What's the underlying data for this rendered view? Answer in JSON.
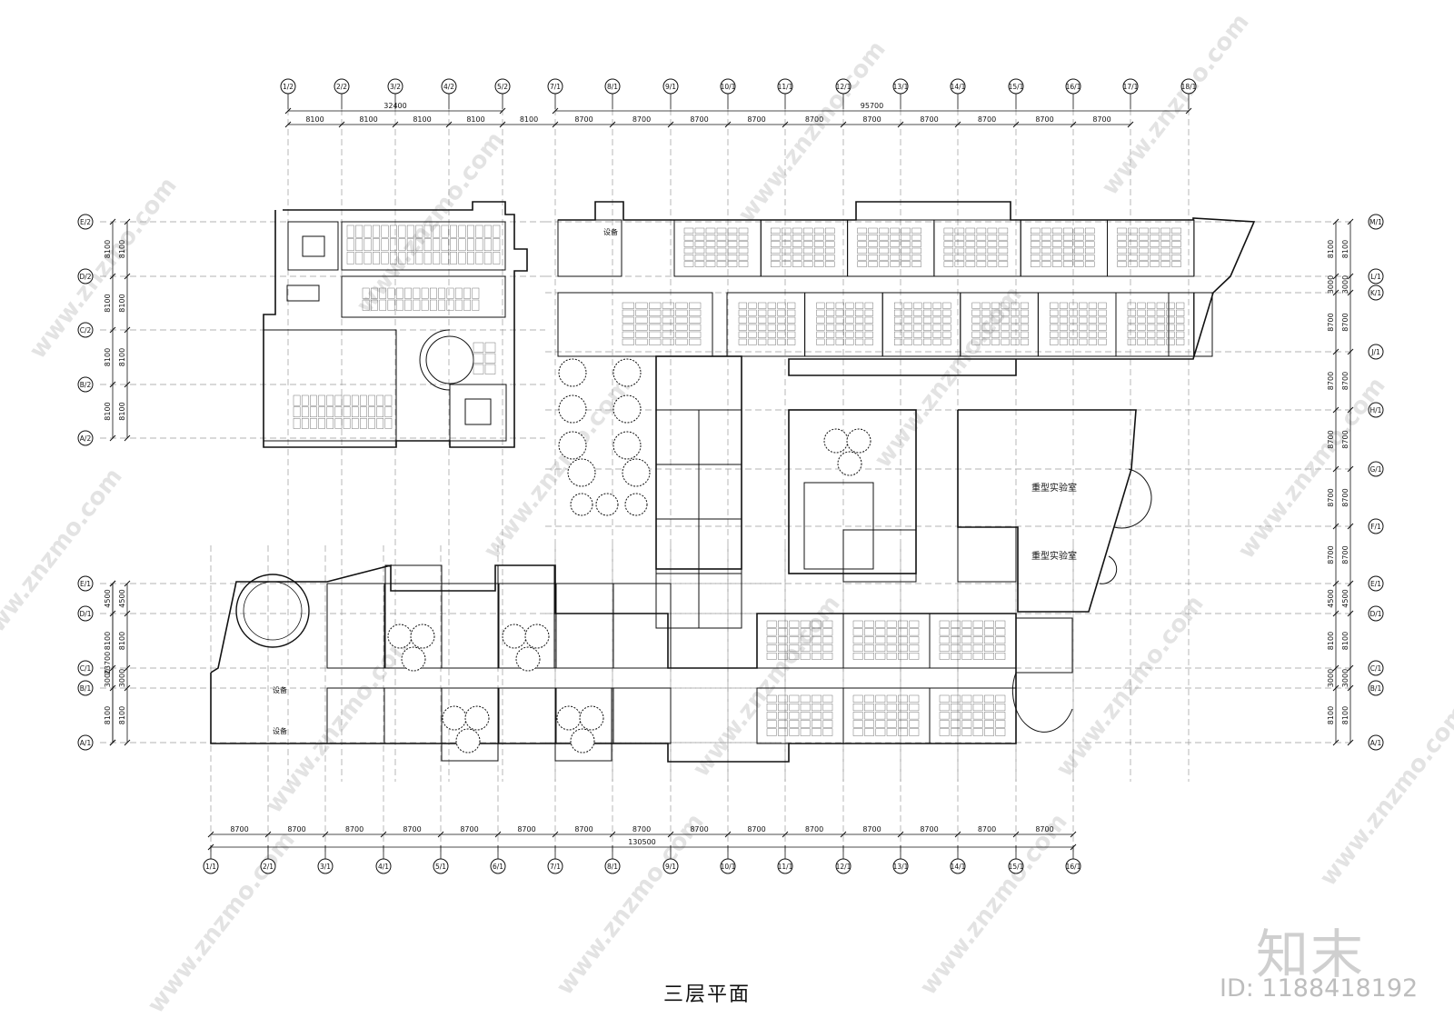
{
  "drawing_title": "三层平面",
  "watermark": {
    "logo": "知末",
    "id": "ID: 1188418192",
    "site": "www.znzmo.com"
  },
  "top_axes": [
    "1/2",
    "2/2",
    "3/2",
    "4/2",
    "5/2",
    "7/1",
    "8/1",
    "9/1",
    "10/1",
    "11/1",
    "12/1",
    "13/1",
    "14/1",
    "15/1",
    "16/1",
    "17/1",
    "18/1"
  ],
  "top_dims": [
    "8100",
    "8100",
    "8100",
    "8100",
    "8100",
    "8700",
    "8700",
    "8700",
    "8700",
    "8700",
    "8700",
    "8700",
    "8700",
    "8700",
    "8700"
  ],
  "top_totals": [
    "32400",
    "95700"
  ],
  "bottom_axes": [
    "1/1",
    "2/1",
    "3/1",
    "4/1",
    "5/1",
    "6/1",
    "7/1",
    "8/1",
    "9/1",
    "10/1",
    "11/1",
    "12/1",
    "13/1",
    "14/1",
    "15/1",
    "16/1"
  ],
  "bottom_dims": [
    "8700",
    "8700",
    "8700",
    "8700",
    "8700",
    "8700",
    "8700",
    "8700",
    "8700",
    "8700",
    "8700",
    "8700",
    "8700",
    "8700",
    "8700"
  ],
  "bottom_total": "130500",
  "left_upper_axes": [
    "E/2",
    "D/2",
    "C/2",
    "B/2",
    "A/2"
  ],
  "left_upper_dims": [
    "8100",
    "8100",
    "8100",
    "8100"
  ],
  "left_lower_axes": [
    "E/1",
    "D/1",
    "C/1",
    "B/1",
    "A/1"
  ],
  "left_lower_dims": [
    "4500",
    "8100",
    "3000",
    "8100"
  ],
  "left_lower_total": "23700",
  "right_axes": [
    "M/1",
    "L/1",
    "K/1",
    "J/1",
    "H/1",
    "G/1",
    "F/1",
    "E/1",
    "D/1",
    "C/1",
    "B/1",
    "A/1"
  ],
  "right_dims": [
    "8100",
    "3000",
    "8700",
    "8700",
    "8700",
    "8700",
    "8700",
    "4500",
    "8100",
    "3000",
    "8100"
  ],
  "room_labels": [
    "重型实验室",
    "重型实验室"
  ],
  "small_labels": [
    "设备",
    "设备",
    "设备"
  ]
}
